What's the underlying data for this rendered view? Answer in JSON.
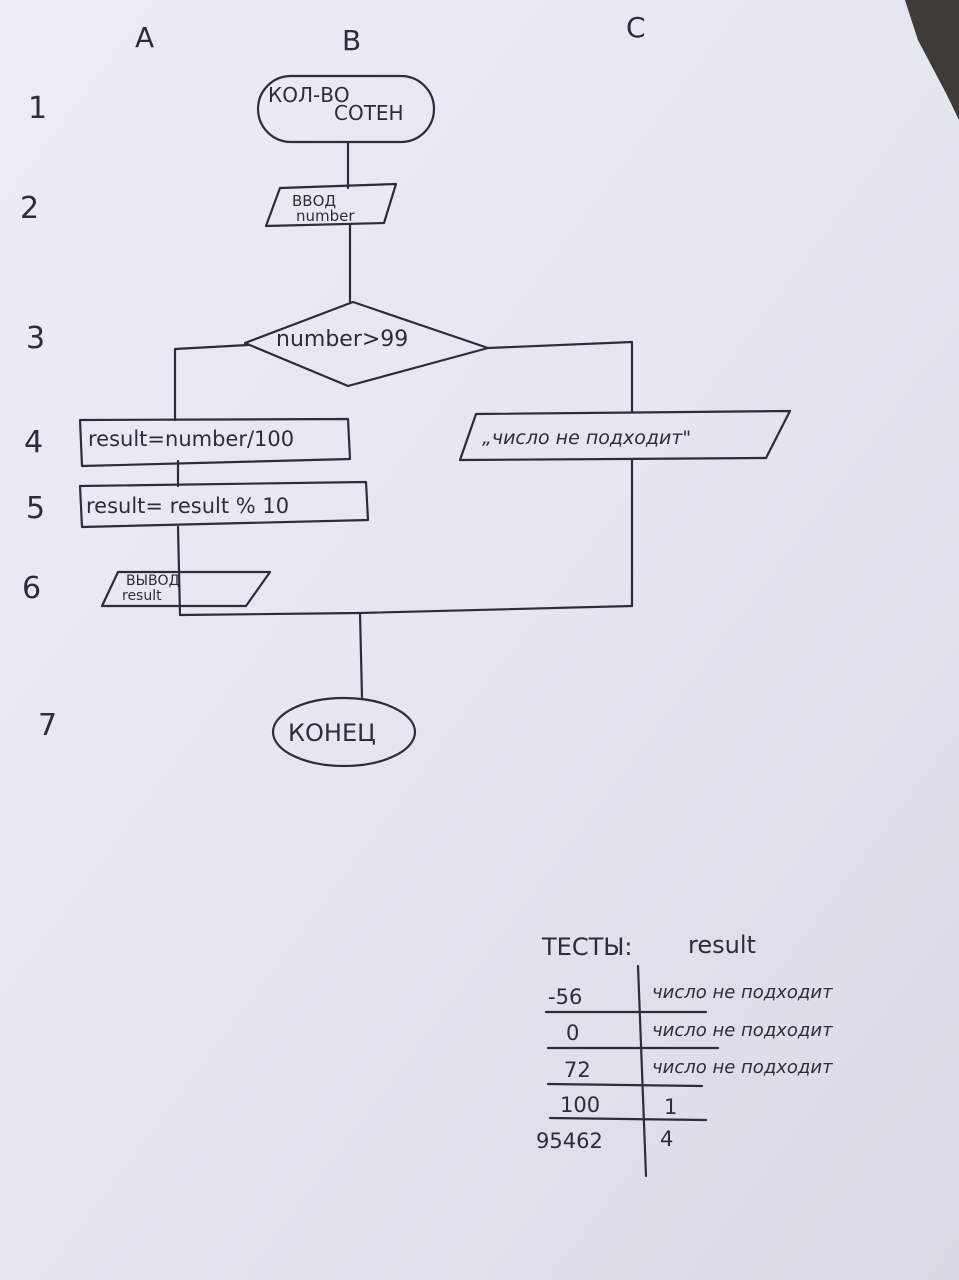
{
  "columns": [
    "A",
    "B",
    "C"
  ],
  "rows": [
    "1",
    "2",
    "3",
    "4",
    "5",
    "6",
    "7"
  ],
  "flowchart": {
    "start": {
      "line1": "КОЛ-ВО",
      "line2": "СОТЕН"
    },
    "input": {
      "line1": "ВВОД",
      "line2": "number"
    },
    "decision": "number>99",
    "calc1": "result=number/100",
    "calc2": "result= result % 10",
    "output": {
      "line1": "ВЫВОД",
      "line2": "result"
    },
    "not_fit": "„число не подходит\"",
    "end": "КОНЕЦ"
  },
  "tests": {
    "header_left": "ТЕСТЫ:",
    "header_right": "result",
    "rows": [
      {
        "input": "-56",
        "result": "число не подходит"
      },
      {
        "input": "0",
        "result": "число не подходит"
      },
      {
        "input": "72",
        "result": "число не подходит"
      },
      {
        "input": "100",
        "result": "1"
      },
      {
        "input": "95462",
        "result": "4"
      }
    ]
  }
}
